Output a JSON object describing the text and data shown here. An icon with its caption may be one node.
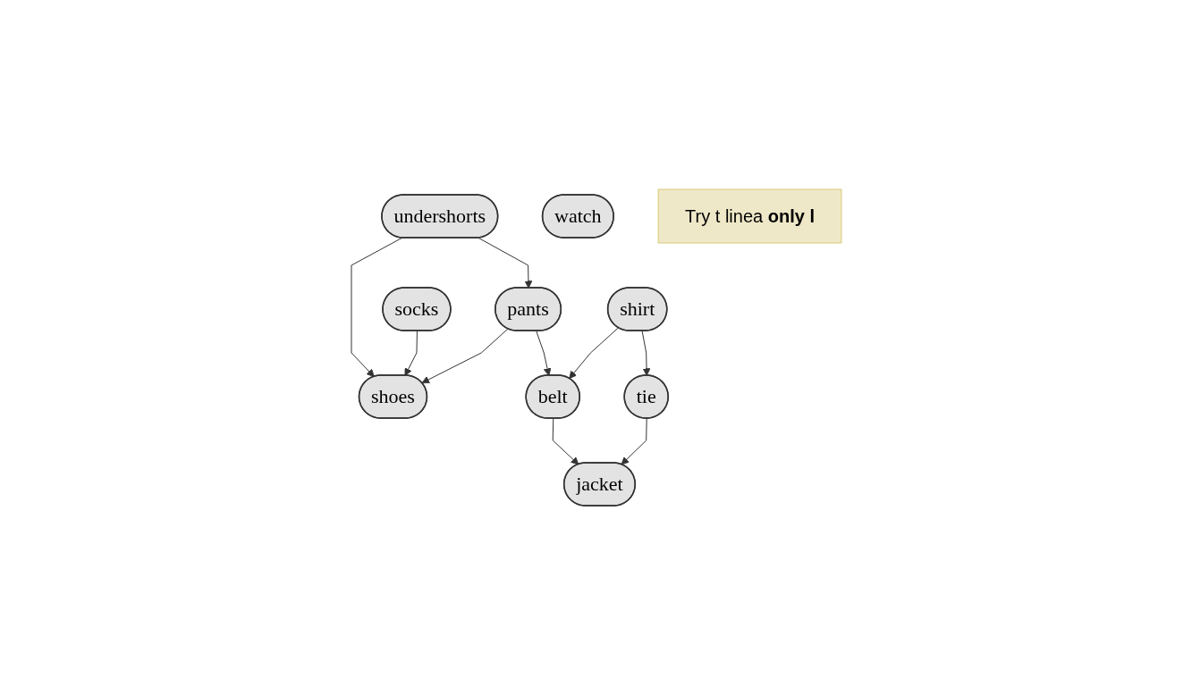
{
  "diagram": {
    "nodes": [
      {
        "text": [
          "undershorts"
        ]
      },
      {
        "text": [
          "socks"
        ]
      },
      {
        "text": [
          "watch"
        ]
      },
      {
        "text": [
          "pants"
        ]
      },
      {
        "text": [
          "shoes"
        ]
      },
      {
        "text": [
          "shirt"
        ]
      },
      {
        "text": [
          "belt"
        ]
      },
      {
        "text": [
          "tie"
        ]
      },
      {
        "text": [
          "jacket"
        ]
      },
      {
        "text": [
          "Try t linea **only l**"
        ]
      }
    ],
    "edges": [
      {
        "from": 0,
        "to": 3,
        "arrow": "to"
      },
      {
        "from": 0,
        "to": 4,
        "arrow": "to"
      },
      {
        "from": 1,
        "to": 4,
        "arrow": "to"
      },
      {
        "from": 3,
        "to": 4,
        "arrow": "to"
      },
      {
        "from": 3,
        "to": 6,
        "arrow": "to"
      },
      {
        "from": 5,
        "to": 6,
        "arrow": "to"
      },
      {
        "from": 5,
        "to": 7,
        "arrow": "to"
      },
      {
        "from": 6,
        "to": 8,
        "arrow": "to"
      },
      {
        "from": 7,
        "to": 8,
        "arrow": "to"
      }
    ]
  }
}
